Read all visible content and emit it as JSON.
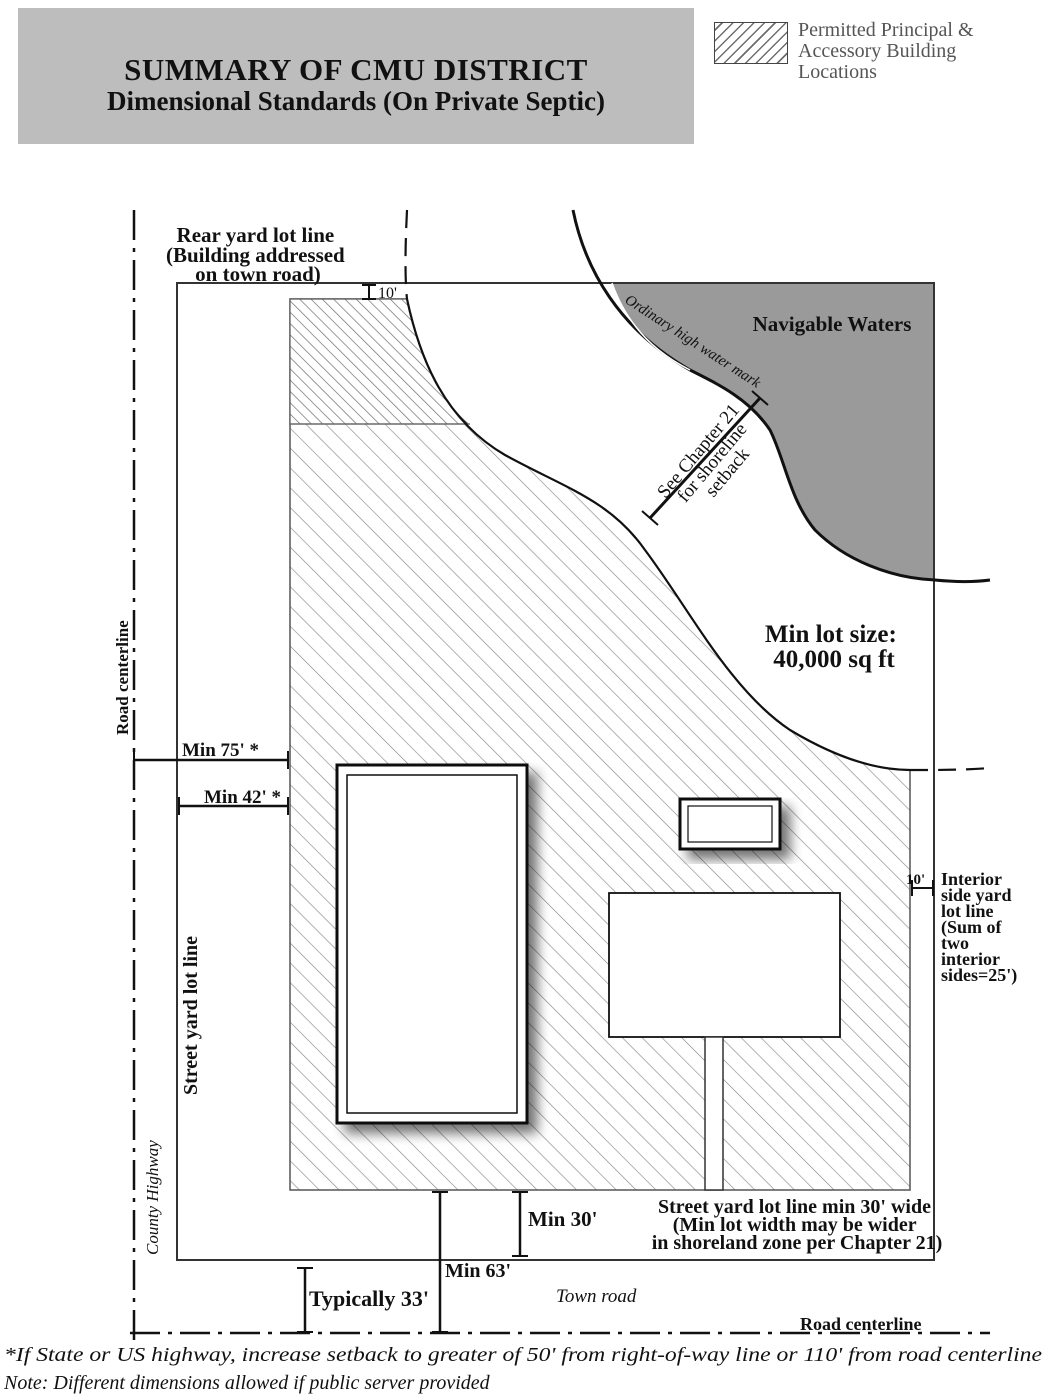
{
  "title": {
    "line1": "SUMMARY OF CMU DISTRICT",
    "line2": "Dimensional Standards (On Private Septic)"
  },
  "legend": {
    "lines": [
      "Permitted Principal &",
      "Accessory Building",
      "Locations"
    ]
  },
  "labels": {
    "rear_yard": [
      "Rear yard lot line",
      "(Building addressed",
      "on town road)"
    ],
    "rear_setback": "10'",
    "navigable_waters": "Navigable Waters",
    "ohwm": "Ordinary high water mark",
    "shoreline": [
      "See Chapter 21",
      "for shoreline",
      "setback"
    ],
    "min_lot_size": [
      "Min lot size:",
      "40,000 sq ft"
    ],
    "road_centerline_left": "Road centerline",
    "min75": "Min 75' *",
    "min42": "Min 42' *",
    "street_yard": "Street yard lot line",
    "county_highway": "County Highway",
    "interior_setback": "10'",
    "interior": [
      "Interior",
      "side yard",
      "lot line",
      "(Sum of",
      "two",
      "interior",
      "sides=25')"
    ],
    "street_yard_bottom": [
      "Street yard lot line min 30' wide",
      "(Min lot width may be wider",
      "in shoreland zone per Chapter 21)"
    ],
    "min30": "Min 30'",
    "min63": "Min 63'",
    "typically33": "Typically 33'",
    "town_road": "Town road",
    "road_centerline_bottom": "Road centerline"
  },
  "footnotes": {
    "line1": "*If  State or US highway, increase setback to greater of  50' from right-of-way line or 110' from road centerline",
    "line2": "Note: Different dimensions allowed if  public server provided"
  },
  "colors": {
    "title_bg": "#bdbdbd",
    "water": "#9a9a9a",
    "hatch": "#8a8a8a",
    "line": "#111111"
  }
}
